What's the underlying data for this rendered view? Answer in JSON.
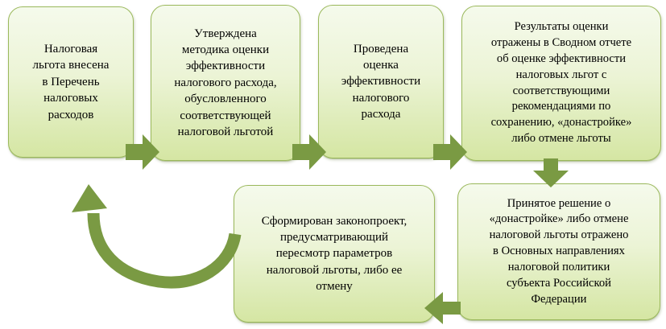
{
  "diagram": {
    "type": "process-cycle-flowchart",
    "steps": [
      {
        "id": 1,
        "text": "Налоговая\nльгота внесена\nв Перечень\nналоговых\nрасходов"
      },
      {
        "id": 2,
        "text": "Утверждена\nметодика оценки\nэффективности\nналогового расхода,\nобусловленного\nсоответствующей\nналоговой льготой"
      },
      {
        "id": 3,
        "text": "Проведена\nоценка\nэффективности\nналогового\nрасхода"
      },
      {
        "id": 4,
        "text": "Результаты оценки\nотражены в Сводном отчете\nоб оценке эффективности\nналоговых льгот с\nсоответствующими\nрекомендациями по\nсохранению, «донастройке»\nлибо отмене льготы"
      },
      {
        "id": 5,
        "text": "Принятое решение о\n«донастройке» либо отмене\nналоговой льготы отражено\nв Основных направлениях\nналоговой политики\nсубъекта Российской\nФедерации"
      },
      {
        "id": 6,
        "text": "Сформирован законопроект,\nпредусматривающий\nпересмотр параметров\nналоговой льготы, либо ее\nотмену"
      }
    ],
    "connectors": [
      {
        "from": 1,
        "to": 2,
        "shape": "right-arrow"
      },
      {
        "from": 2,
        "to": 3,
        "shape": "right-arrow"
      },
      {
        "from": 3,
        "to": 4,
        "shape": "right-arrow"
      },
      {
        "from": 4,
        "to": 5,
        "shape": "down-arrow"
      },
      {
        "from": 5,
        "to": 6,
        "shape": "left-arrow"
      },
      {
        "from": 6,
        "to": 1,
        "shape": "curved-up-arrow"
      }
    ],
    "colors": {
      "box_fill_top": "#F5FAEC",
      "box_fill_bottom": "#D5E6A3",
      "box_border": "#9BB95C",
      "arrow_fill": "#7A9A43",
      "text": "#000000",
      "background": "#FFFFFF"
    }
  }
}
